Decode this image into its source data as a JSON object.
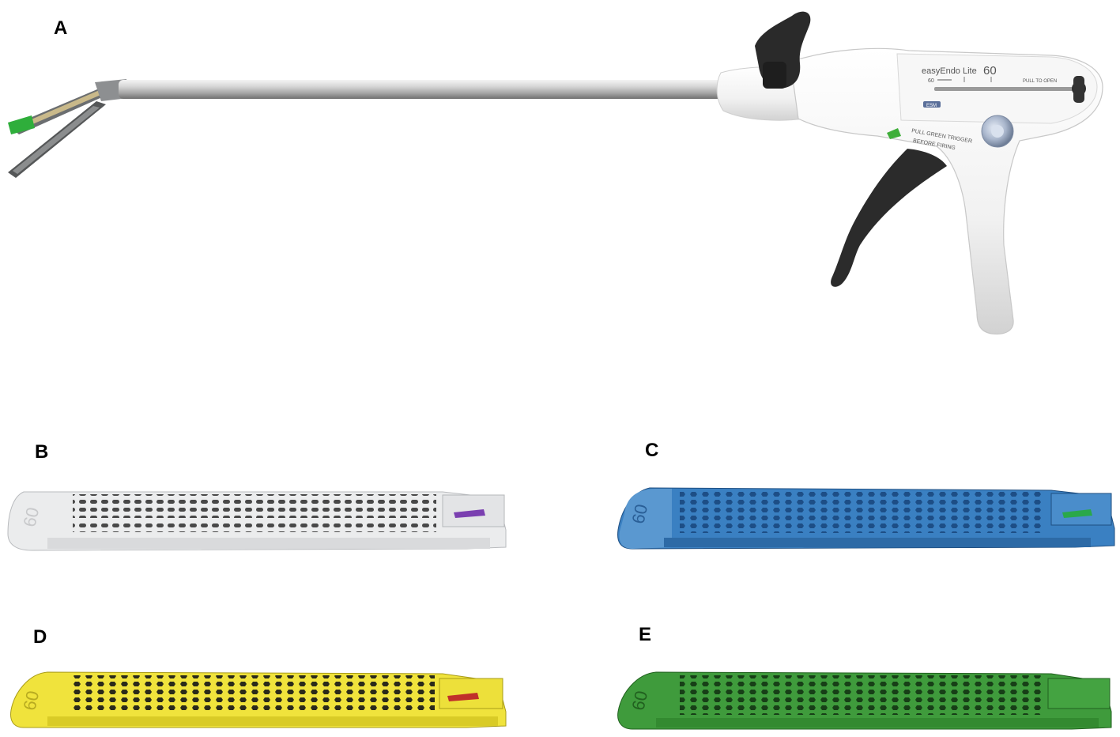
{
  "panels": {
    "a": {
      "label": "A"
    },
    "b": {
      "label": "B"
    },
    "c": {
      "label": "C"
    },
    "d": {
      "label": "D"
    },
    "e": {
      "label": "E"
    }
  },
  "device": {
    "brand": "easyEndo Lite",
    "size": "60",
    "scale_mark": "60",
    "pull_to_open": "PULL TO OPEN",
    "warning_line1": "PULL GREEN TRIGGER",
    "warning_line2": "BEFORE   FIRING",
    "logo": "ESM"
  },
  "cartridges": {
    "b": {
      "color": "#e9eaeb",
      "dark": "#9a9da0",
      "accent": "#7a3fb0",
      "mark": "60"
    },
    "c": {
      "color": "#3a7fc0",
      "dark": "#1f4f82",
      "accent": "#2aa84a",
      "mark": "60"
    },
    "d": {
      "color": "#efe23a",
      "dark": "#a99c18",
      "accent": "#c0302a",
      "mark": "60"
    },
    "e": {
      "color": "#3f9a3c",
      "dark": "#21611f",
      "accent": "#2c7a2a",
      "mark": "60"
    }
  }
}
